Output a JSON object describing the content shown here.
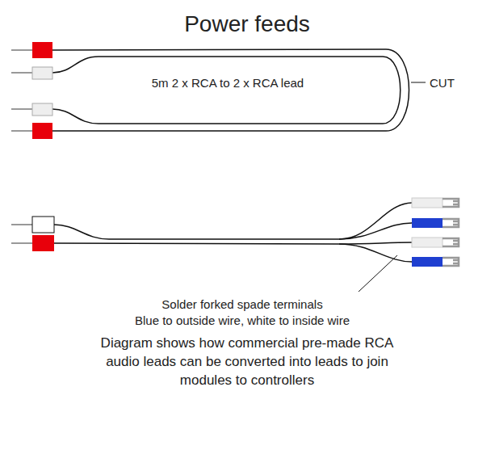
{
  "diagram": {
    "title": "Power feeds",
    "caption": "Diagram shows how commercial pre-made RCA audio leads can be converted into leads to join modules to controllers",
    "labels": [
      "5m 2 x RCA to 2 x RCA lead",
      "CUT",
      "Solder forked spade terminals Blue to outside wire, white to inside wire"
    ]
  }
}
